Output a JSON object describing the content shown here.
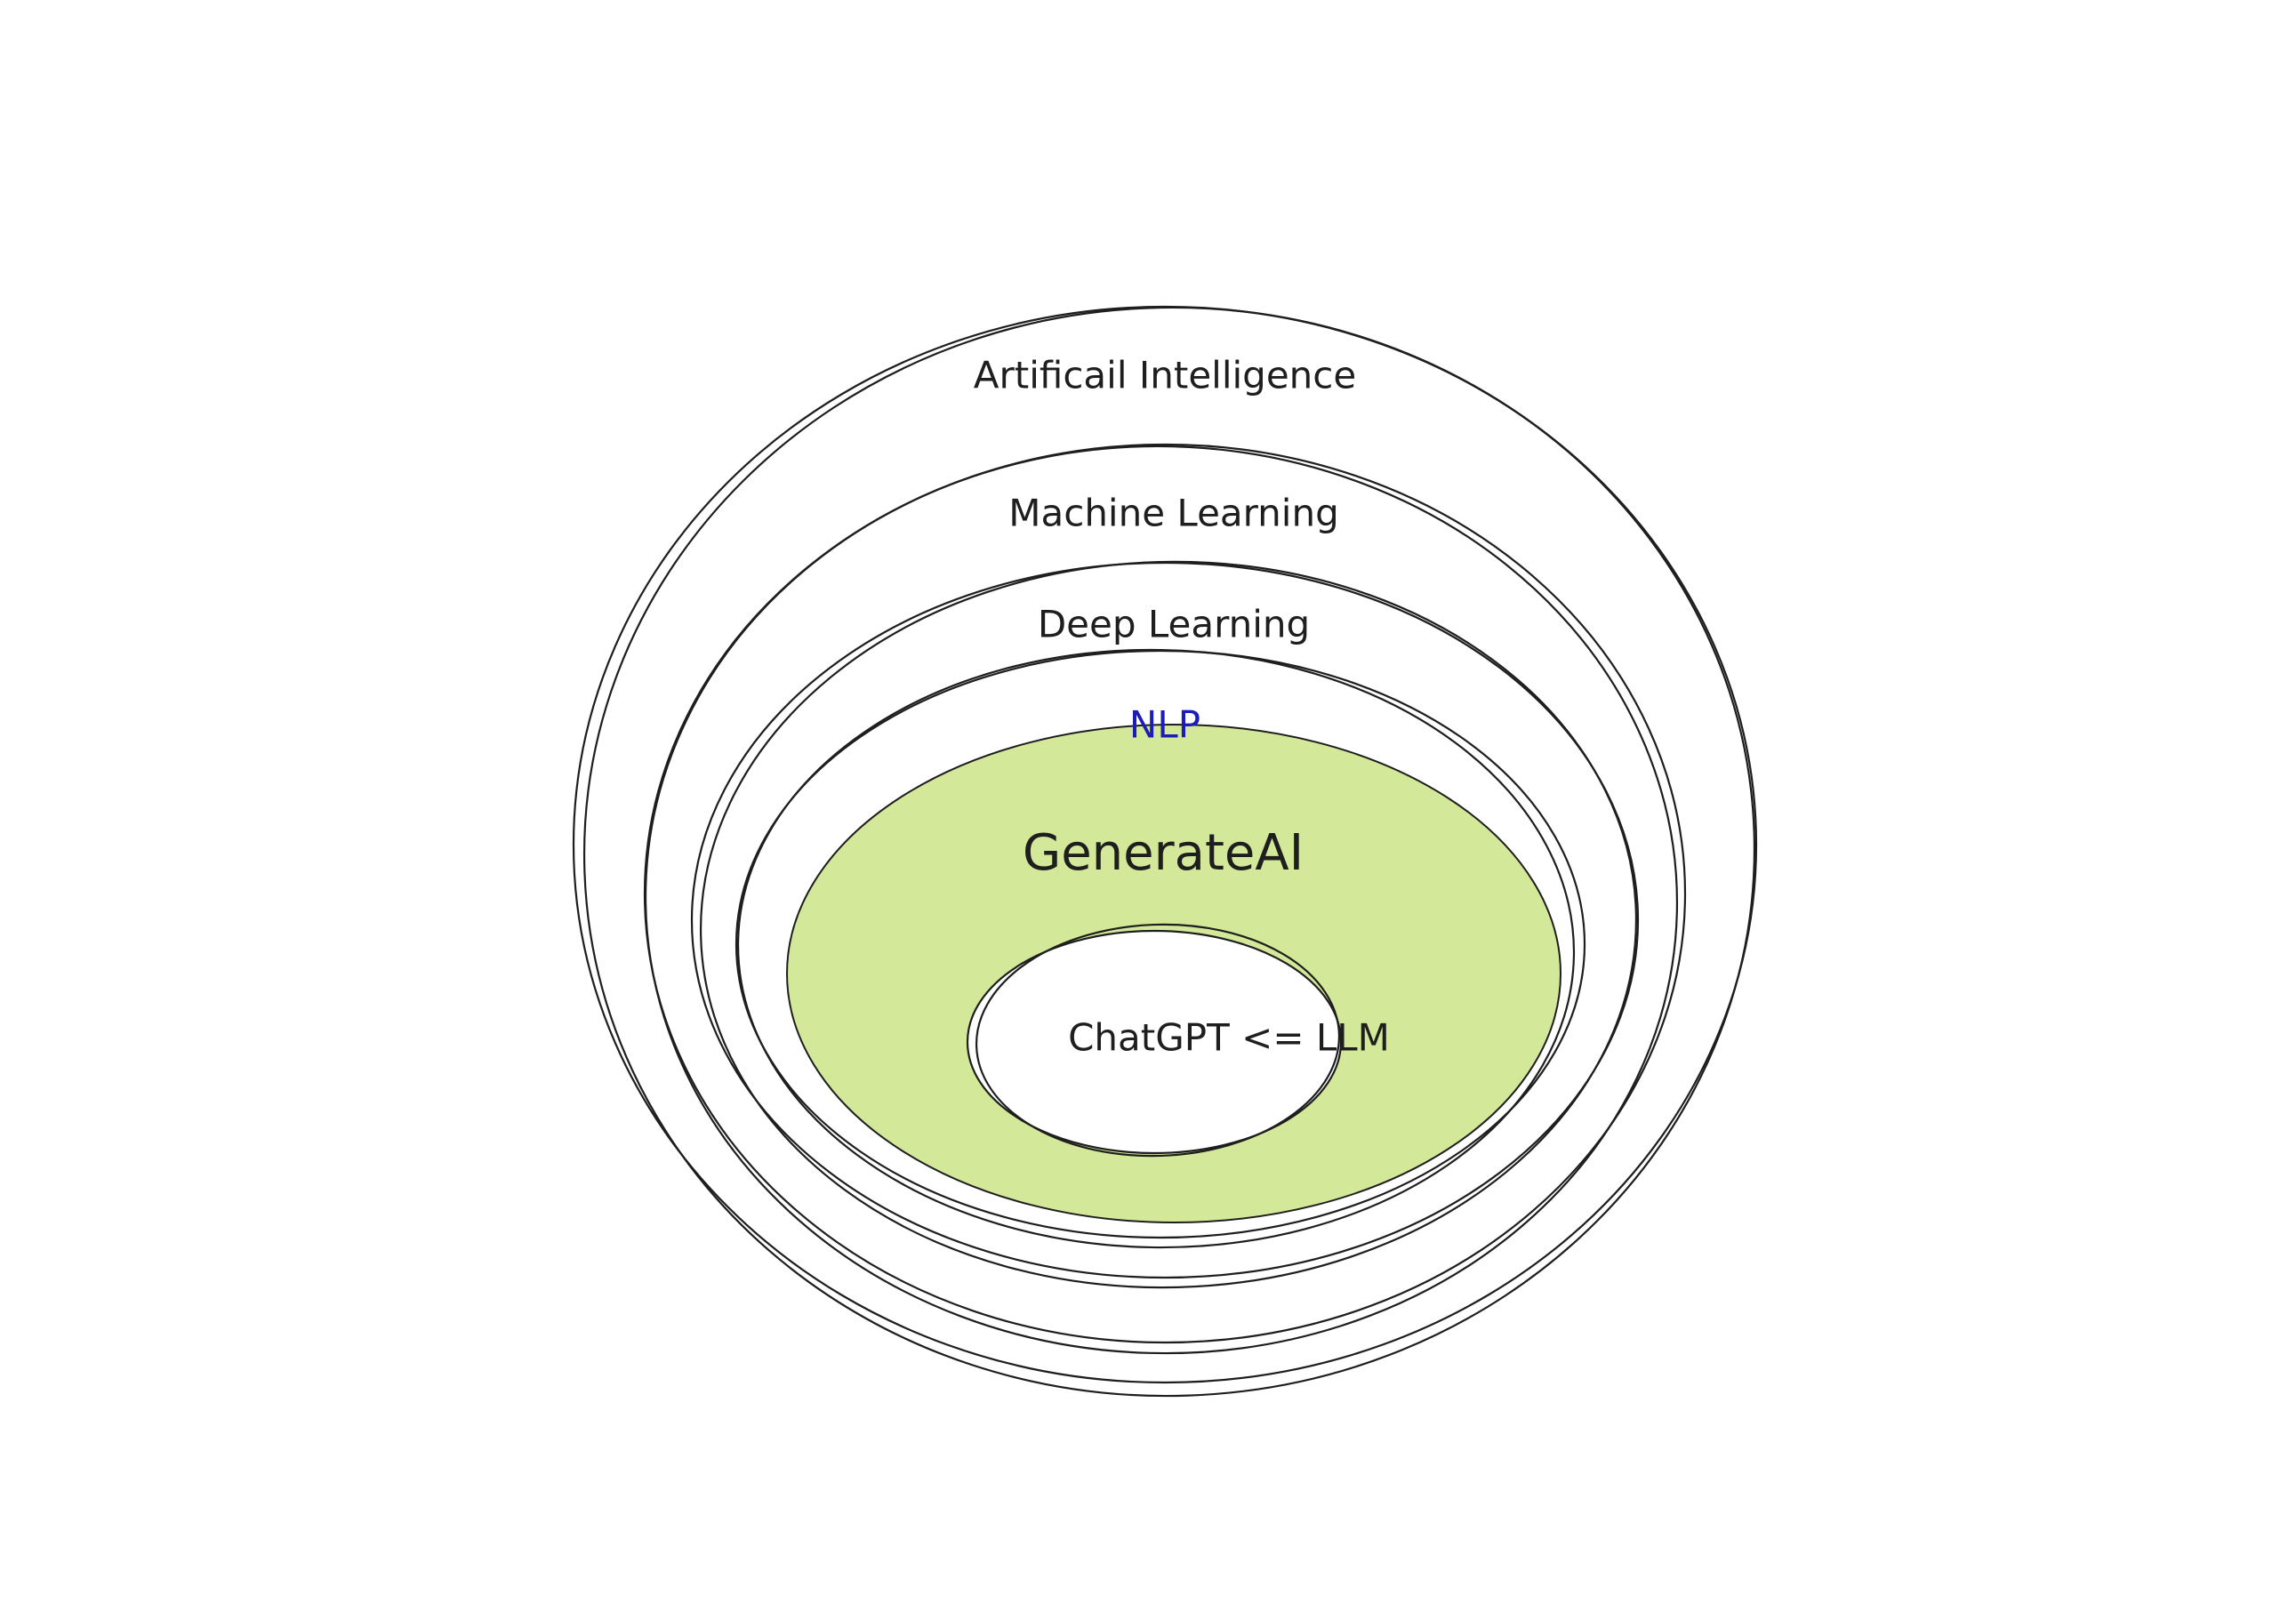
{
  "diagram": {
    "rings": [
      {
        "label": "Artificail Intelligence"
      },
      {
        "label": "Machine Learning"
      },
      {
        "label": "Deep Learning"
      },
      {
        "label": "NLP",
        "color": "#1c1cb8"
      },
      {
        "label": "GenerateAI",
        "fill": "#d3e999"
      },
      {
        "label": "ChatGPT <= LLM",
        "fill": "#ffffff"
      }
    ]
  }
}
